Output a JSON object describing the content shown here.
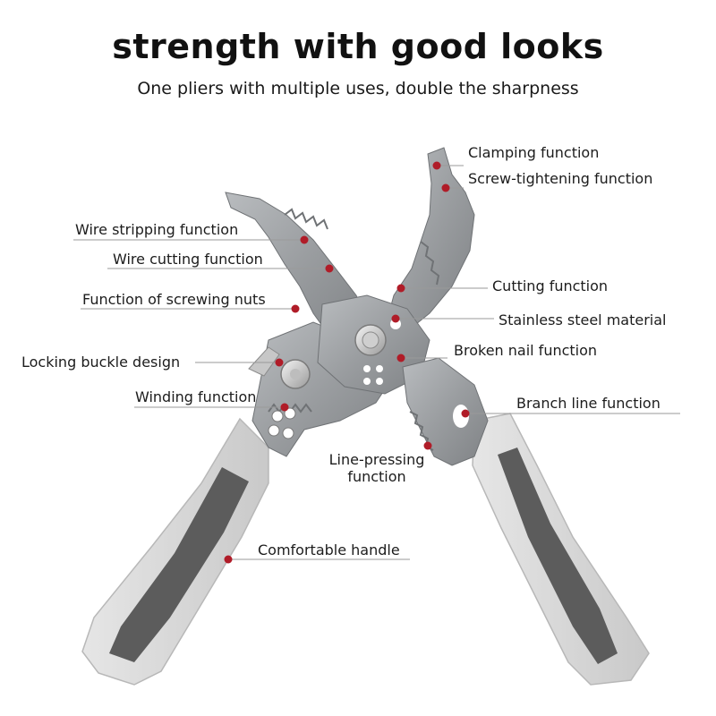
{
  "headline": "strength with good looks",
  "subline": "One pliers with multiple uses, double the sharpness",
  "colors": {
    "marker": "#b01c28",
    "leader": "#9a9a9a",
    "handle_light": "#d9d9d9",
    "handle_dark": "#5c5c5c",
    "steel": "#9da0a3"
  },
  "callouts": [
    {
      "id": "clamping",
      "text": "Clamping function"
    },
    {
      "id": "screw-tightening",
      "text": "Screw-tightening function"
    },
    {
      "id": "wire-stripping",
      "text": "Wire stripping function"
    },
    {
      "id": "wire-cutting",
      "text": "Wire cutting function"
    },
    {
      "id": "cutting",
      "text": "Cutting function"
    },
    {
      "id": "screwing-nuts",
      "text": "Function of screwing nuts"
    },
    {
      "id": "stainless-steel",
      "text": "Stainless steel material"
    },
    {
      "id": "locking-buckle",
      "text": "Locking buckle design"
    },
    {
      "id": "broken-nail",
      "text": "Broken nail function"
    },
    {
      "id": "winding",
      "text": "Winding function"
    },
    {
      "id": "branch-line",
      "text": "Branch line function"
    },
    {
      "id": "line-pressing",
      "text": "Line-pressing\nfunction"
    },
    {
      "id": "comfortable-handle",
      "text": "Comfortable handle"
    }
  ]
}
